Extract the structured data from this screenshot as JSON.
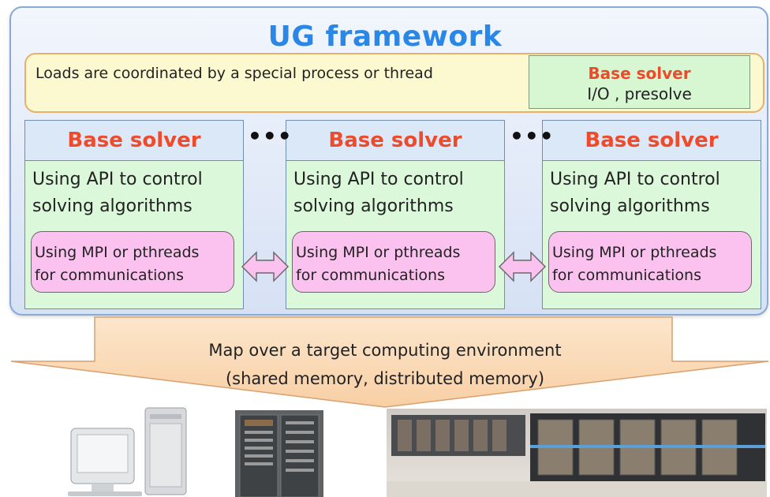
{
  "framework": {
    "title": "UG framework"
  },
  "coordinator": {
    "text": "Loads are coordinated by a special process or thread",
    "base_solver_label": "Base  solver",
    "base_solver_sub": "I/O , presolve"
  },
  "solvers": [
    {
      "title": "Base solver",
      "api_line1": "Using API to control",
      "api_line2": "solving algorithms",
      "comm_line1": "Using MPI or pthreads",
      "comm_line2": "for communications"
    },
    {
      "title": "Base solver",
      "api_line1": "Using API to control",
      "api_line2": "solving algorithms",
      "comm_line1": "Using MPI or pthreads",
      "comm_line2": "for communications"
    },
    {
      "title": "Base solver",
      "api_line1": "Using API to control",
      "api_line2": "solving algorithms",
      "comm_line1": "Using MPI or pthreads",
      "comm_line2": "for communications"
    }
  ],
  "ellipsis": "•••",
  "mapping": {
    "line1": "Map over a target computing environment",
    "line2": "(shared memory, distributed memory)"
  },
  "colors": {
    "framework_title": "#2a87e6",
    "solver_title": "#ef4a2a",
    "solver_body": "#dcf8da",
    "comm_box": "#fbc2ef",
    "coordinator_box": "#fcf9d1",
    "map_arrow": "#fbd9b4"
  },
  "images": [
    "desktop-computer",
    "server-rack",
    "supercomputer-hall"
  ]
}
